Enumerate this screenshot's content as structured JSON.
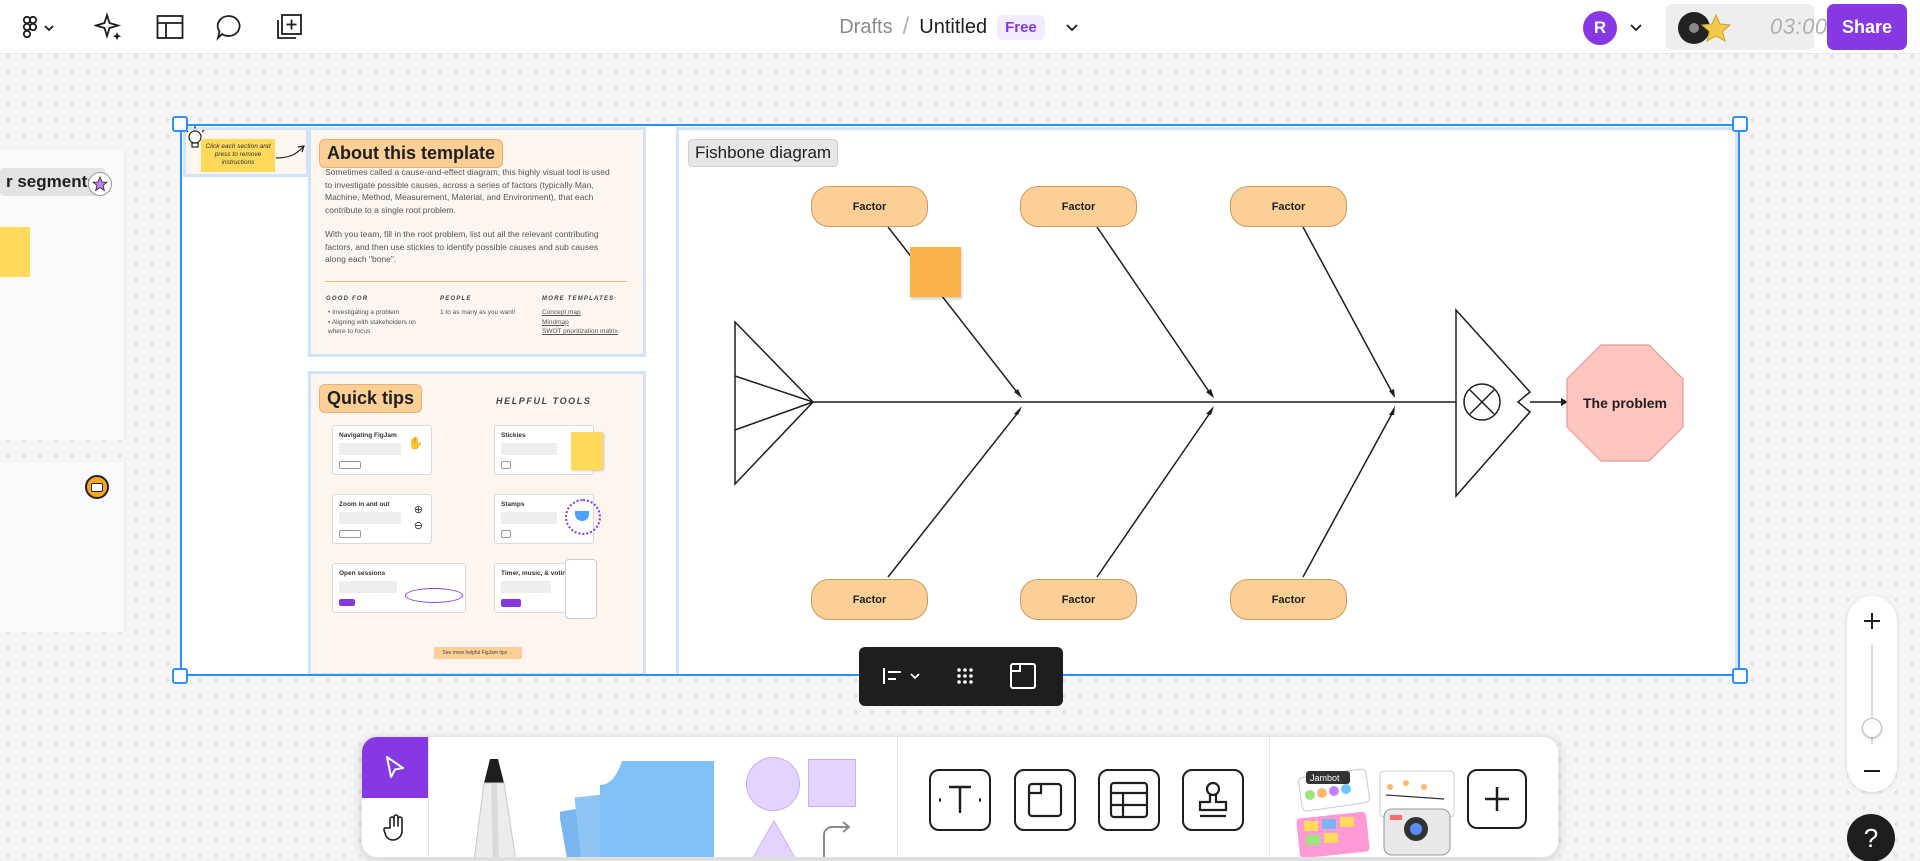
{
  "breadcrumb": {
    "drafts": "Drafts",
    "separator": "/",
    "title": "Untitled",
    "plan": "Free"
  },
  "user": {
    "initial": "R"
  },
  "timer": {
    "value": "03:00"
  },
  "share": {
    "label": "Share"
  },
  "canvas": {
    "segments_label": "r segments"
  },
  "about": {
    "title": "About this template",
    "para1": "Sometimes called a cause-and-effect diagram, this highly visual tool is used to investigate possible causes, across a series of factors (typically Man, Machine, Method, Measurement, Material, and Environment), that each contribute to a single root problem.",
    "para2": "With you team, fill in the root problem, list out all the relevant contributing factors, and then use stickies to identify possible causes and sub causes along each \"bone\".",
    "good_for_head": "GOOD FOR",
    "good_for": [
      "Investigating a problem",
      "Aligning with stakeholders on where to focus"
    ],
    "people_head": "PEOPLE",
    "people": "1 to as many as you want!",
    "more_head": "MORE TEMPLATES",
    "more": [
      "Concept map",
      "Mindmap",
      "SWOT prioritization matrix"
    ],
    "note": "Click each section and press to remove instructions"
  },
  "tips": {
    "title": "Quick tips",
    "helpful": "HELPFUL TOOLS",
    "cards": [
      "Navigating FigJam",
      "Zoom in and out",
      "Open sessions",
      "Stickies",
      "Stamps",
      "Timer, music, & voting"
    ],
    "footer": "See more helpful FigJam tips →"
  },
  "fishbone": {
    "title": "Fishbone diagram",
    "factors_top": [
      "Factor",
      "Factor",
      "Factor"
    ],
    "factors_bottom": [
      "Factor",
      "Factor",
      "Factor"
    ],
    "problem": "The problem"
  },
  "colors": {
    "accent": "#8638e5",
    "selection": "#2f8eff",
    "factor": "#fbcf96",
    "problem": "#ffc5c0",
    "sticky": "#ffd95a"
  }
}
